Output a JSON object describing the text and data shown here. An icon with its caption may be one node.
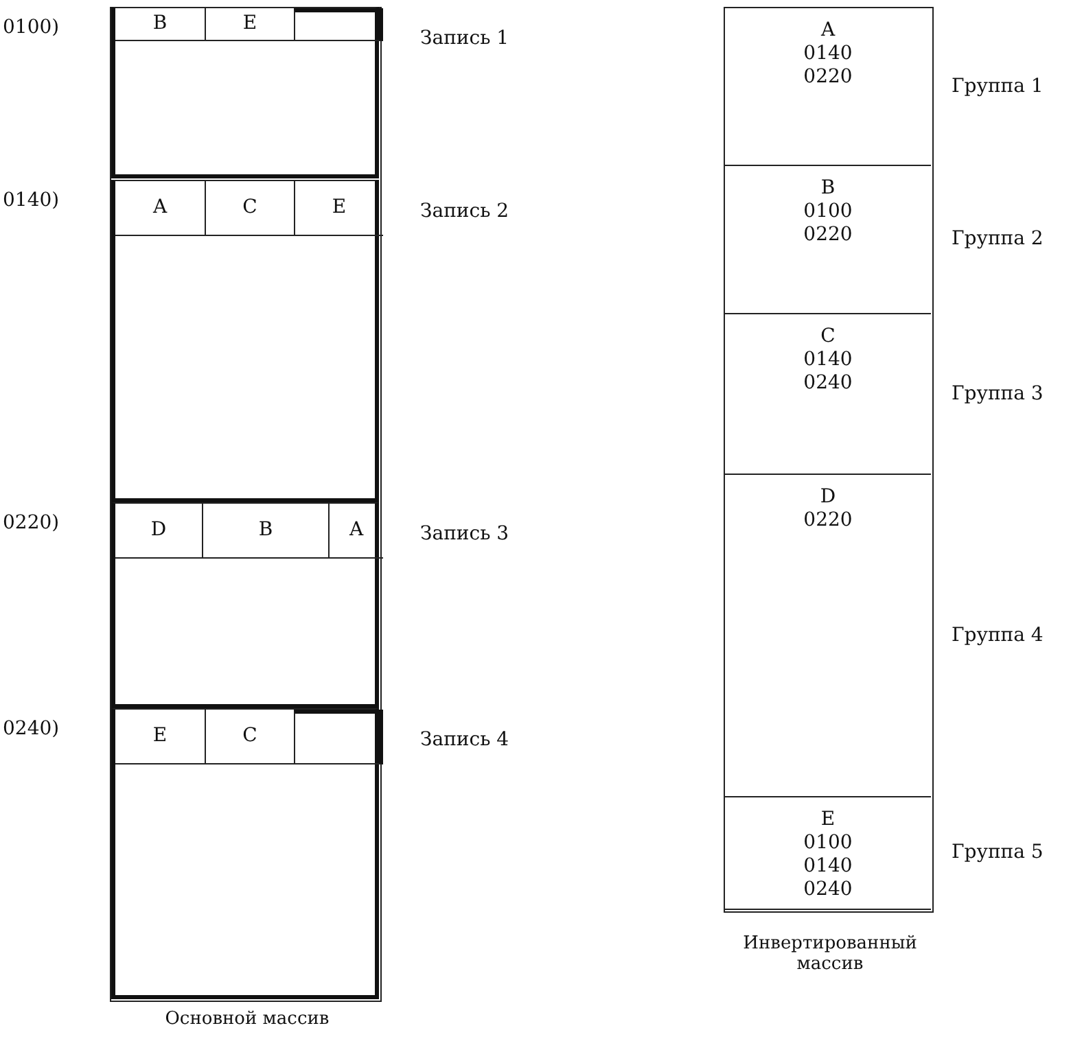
{
  "diagram": {
    "nodes": [
      {
        "text": [
          "Основной массив"
        ]
      },
      {
        "text": [],
        "shape": "box",
        "in": 0,
        "beside": [
          "0100)",
          "Запись 1"
        ]
      },
      {
        "text": [
          "B"
        ],
        "in": 1
      },
      {
        "text": [
          "E"
        ],
        "in": 1
      },
      {
        "text": [],
        "shape": "box",
        "in": 1
      },
      {
        "text": [],
        "shape": "box",
        "in": 0,
        "beside": [
          "0140)",
          "Запись 2"
        ]
      },
      {
        "text": [
          "A"
        ],
        "in": 5
      },
      {
        "text": [
          "C"
        ],
        "in": 5
      },
      {
        "text": [
          "E"
        ],
        "in": 5
      },
      {
        "text": [],
        "shape": "box",
        "in": 0,
        "beside": [
          "0220)",
          "Запись 3"
        ]
      },
      {
        "text": [
          "D"
        ],
        "in": 9
      },
      {
        "text": [
          "B"
        ],
        "in": 9
      },
      {
        "text": [
          "A"
        ],
        "in": 9
      },
      {
        "text": [],
        "shape": "box",
        "in": 0,
        "beside": [
          "0240)",
          "Запись 4"
        ]
      },
      {
        "text": [
          "E"
        ],
        "in": 13
      },
      {
        "text": [
          "C"
        ],
        "in": 13
      },
      {
        "text": [],
        "shape": "box",
        "in": 13
      },
      {
        "text": [
          "Инвертированный массив"
        ]
      },
      {
        "text": [
          "A",
          "0140",
          "0220"
        ],
        "in": 17,
        "beside": [
          "Группа 1"
        ]
      },
      {
        "text": [
          "B",
          "0100",
          "0220"
        ],
        "in": 17,
        "beside": [
          "Группа 2"
        ]
      },
      {
        "text": [
          "C",
          "0140",
          "0240"
        ],
        "in": 17,
        "beside": [
          "Группа 3"
        ]
      },
      {
        "text": [
          "D",
          "0220"
        ],
        "in": 17,
        "beside": [
          "Группа 4"
        ]
      },
      {
        "text": [
          "E",
          "0100",
          "0140",
          "0240"
        ],
        "in": 17,
        "beside": [
          "Группа 5"
        ]
      }
    ],
    "edges": []
  }
}
